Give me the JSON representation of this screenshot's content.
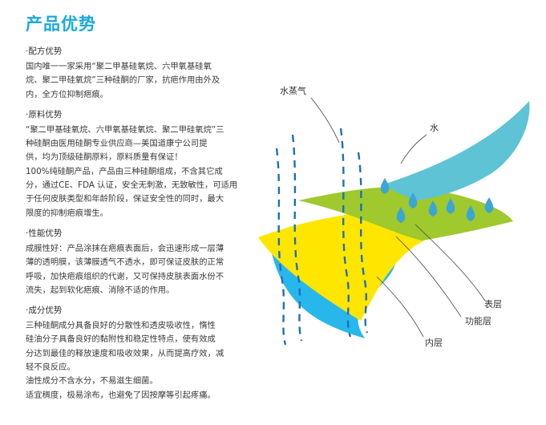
{
  "title": "产品优势",
  "sections": [
    {
      "heading": "·配方优势",
      "lines": [
        "国内唯一一家采用“聚二甲基硅氧烷、六甲氧基硅氧",
        "烷、聚二甲硅氧烷”三种硅酮的厂家，抗疤作用由外及",
        "内，全方位抑制疤痕。"
      ]
    },
    {
      "heading": "·原料优势",
      "lines": [
        "“聚二甲基硅氧烷、六甲氧基硅氧烷、聚二甲硅氧烷”三",
        "种硅酮由医用硅酮专业供应商—美国道康宁公司提",
        "供，均为顶级硅酮原料，原料质量有保证！",
        "100%纯硅酮产品，产品由三种硅酮组成，不含其它成",
        "分，通过CE、FDA 认证，安全无刺激，无致敏性，可适用",
        "于任何皮肤类型和年龄阶段，保证安全性的同时，最大",
        "限度的抑制疤痕增生。"
      ]
    },
    {
      "heading": "·性能优势",
      "lines": [
        "成膜性好：产品涂抹在疤痕表面后，会迅速形成一层薄",
        "薄的透明膜，该薄膜透气不透水，即可保证皮肤的正常",
        "呼吸，加快疤痕组织的代谢，又可保持皮肤表面水份不",
        "流失，起到软化疤痕、消除不适的作用。"
      ]
    },
    {
      "heading": "·成分优势",
      "lines": [
        "三种硅酮成分具备良好的分散性和透皮吸收性，惰性",
        "硅油分子具备良好的黏附性和稳定性特点，使有效成",
        "分达到最佳的释放速度和吸收效果，从而提高疗效，减",
        "轻不良反应。",
        "油性成分不含水分，不易滋生细菌。",
        "适宜稠度，极易涂布，也避免了因按摩等引起疼痛。"
      ]
    }
  ],
  "diagram": {
    "labels": {
      "vapor": "水蒸气",
      "water": "水",
      "outer": "表层",
      "function": "功能层",
      "inner": "内层"
    },
    "colors": {
      "green": "#9fc92c",
      "yellow": "#ffe600",
      "blue": "#28b7ea",
      "teal": "#5ec3d4",
      "drop": "#3aa6d6",
      "vapor": "#1f6fb8"
    }
  }
}
